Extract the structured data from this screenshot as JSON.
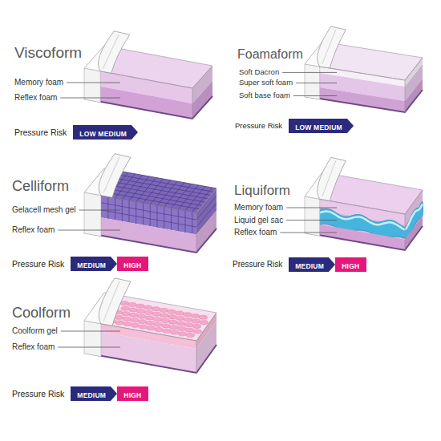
{
  "diagram": {
    "nodes": [
      {
        "text": [
          "LOW MEDIUM"
        ]
      },
      {
        "text": [
          "LOW MEDIUM"
        ]
      },
      {
        "text": [
          "MEDIUM"
        ]
      },
      {
        "text": [
          "HIGH"
        ]
      },
      {
        "text": [
          "MEDIUM"
        ]
      },
      {
        "text": [
          "HIGH"
        ]
      },
      {
        "text": [
          "MEDIUM"
        ]
      },
      {
        "text": [
          "HIGH"
        ]
      }
    ],
    "labels": [
      "Viscoform",
      "Memory foam",
      "Reflex foam",
      "Pressure Risk",
      "Foamaform",
      "Soft Dacron",
      "Super soft foam",
      "Soft base foam",
      "Pressure Risk",
      "Celliform",
      "Gelacell mesh gel",
      "Reflex foam",
      "Pressure Risk",
      "Liquiform",
      "Memory foam",
      "Liquid gel sac",
      "Reflex foam",
      "Pressure Risk",
      "Coolform",
      "Coolform gel",
      "Reflex foam",
      "Pressure Risk"
    ]
  }
}
